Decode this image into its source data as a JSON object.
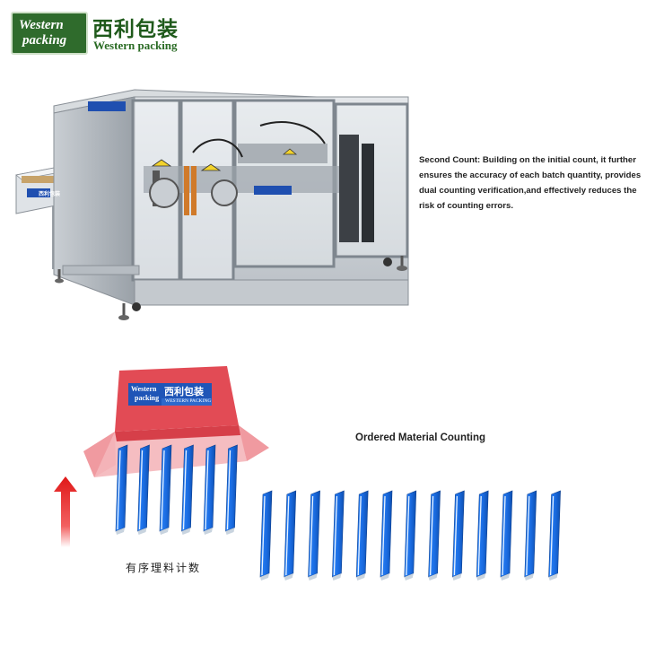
{
  "logo": {
    "en_line1": "Western",
    "en_line2": "packing",
    "cn": "西利包装",
    "en_sub": "Western packing"
  },
  "machine_label": {
    "cn": "西利包装"
  },
  "description": "Second Count: Building on the initial count, it further ensures the accuracy of each batch quantity, provides dual counting verification,and effectively reduces the risk of counting errors.",
  "section_title": "Ordered Material Counting",
  "box_label": {
    "en_line1": "Western",
    "en_line2": "packing",
    "cn": "西利包装",
    "sub": "WESTERN PACKING"
  },
  "cn_caption": "有序理料计数",
  "colors": {
    "brand_green": "#2f6b2c",
    "box_red": "#e8505a",
    "stick_blue": "#1e6fd9",
    "arrow_red": "#e02020"
  },
  "items": {
    "in_box_count": 6,
    "queue_count": 13
  }
}
